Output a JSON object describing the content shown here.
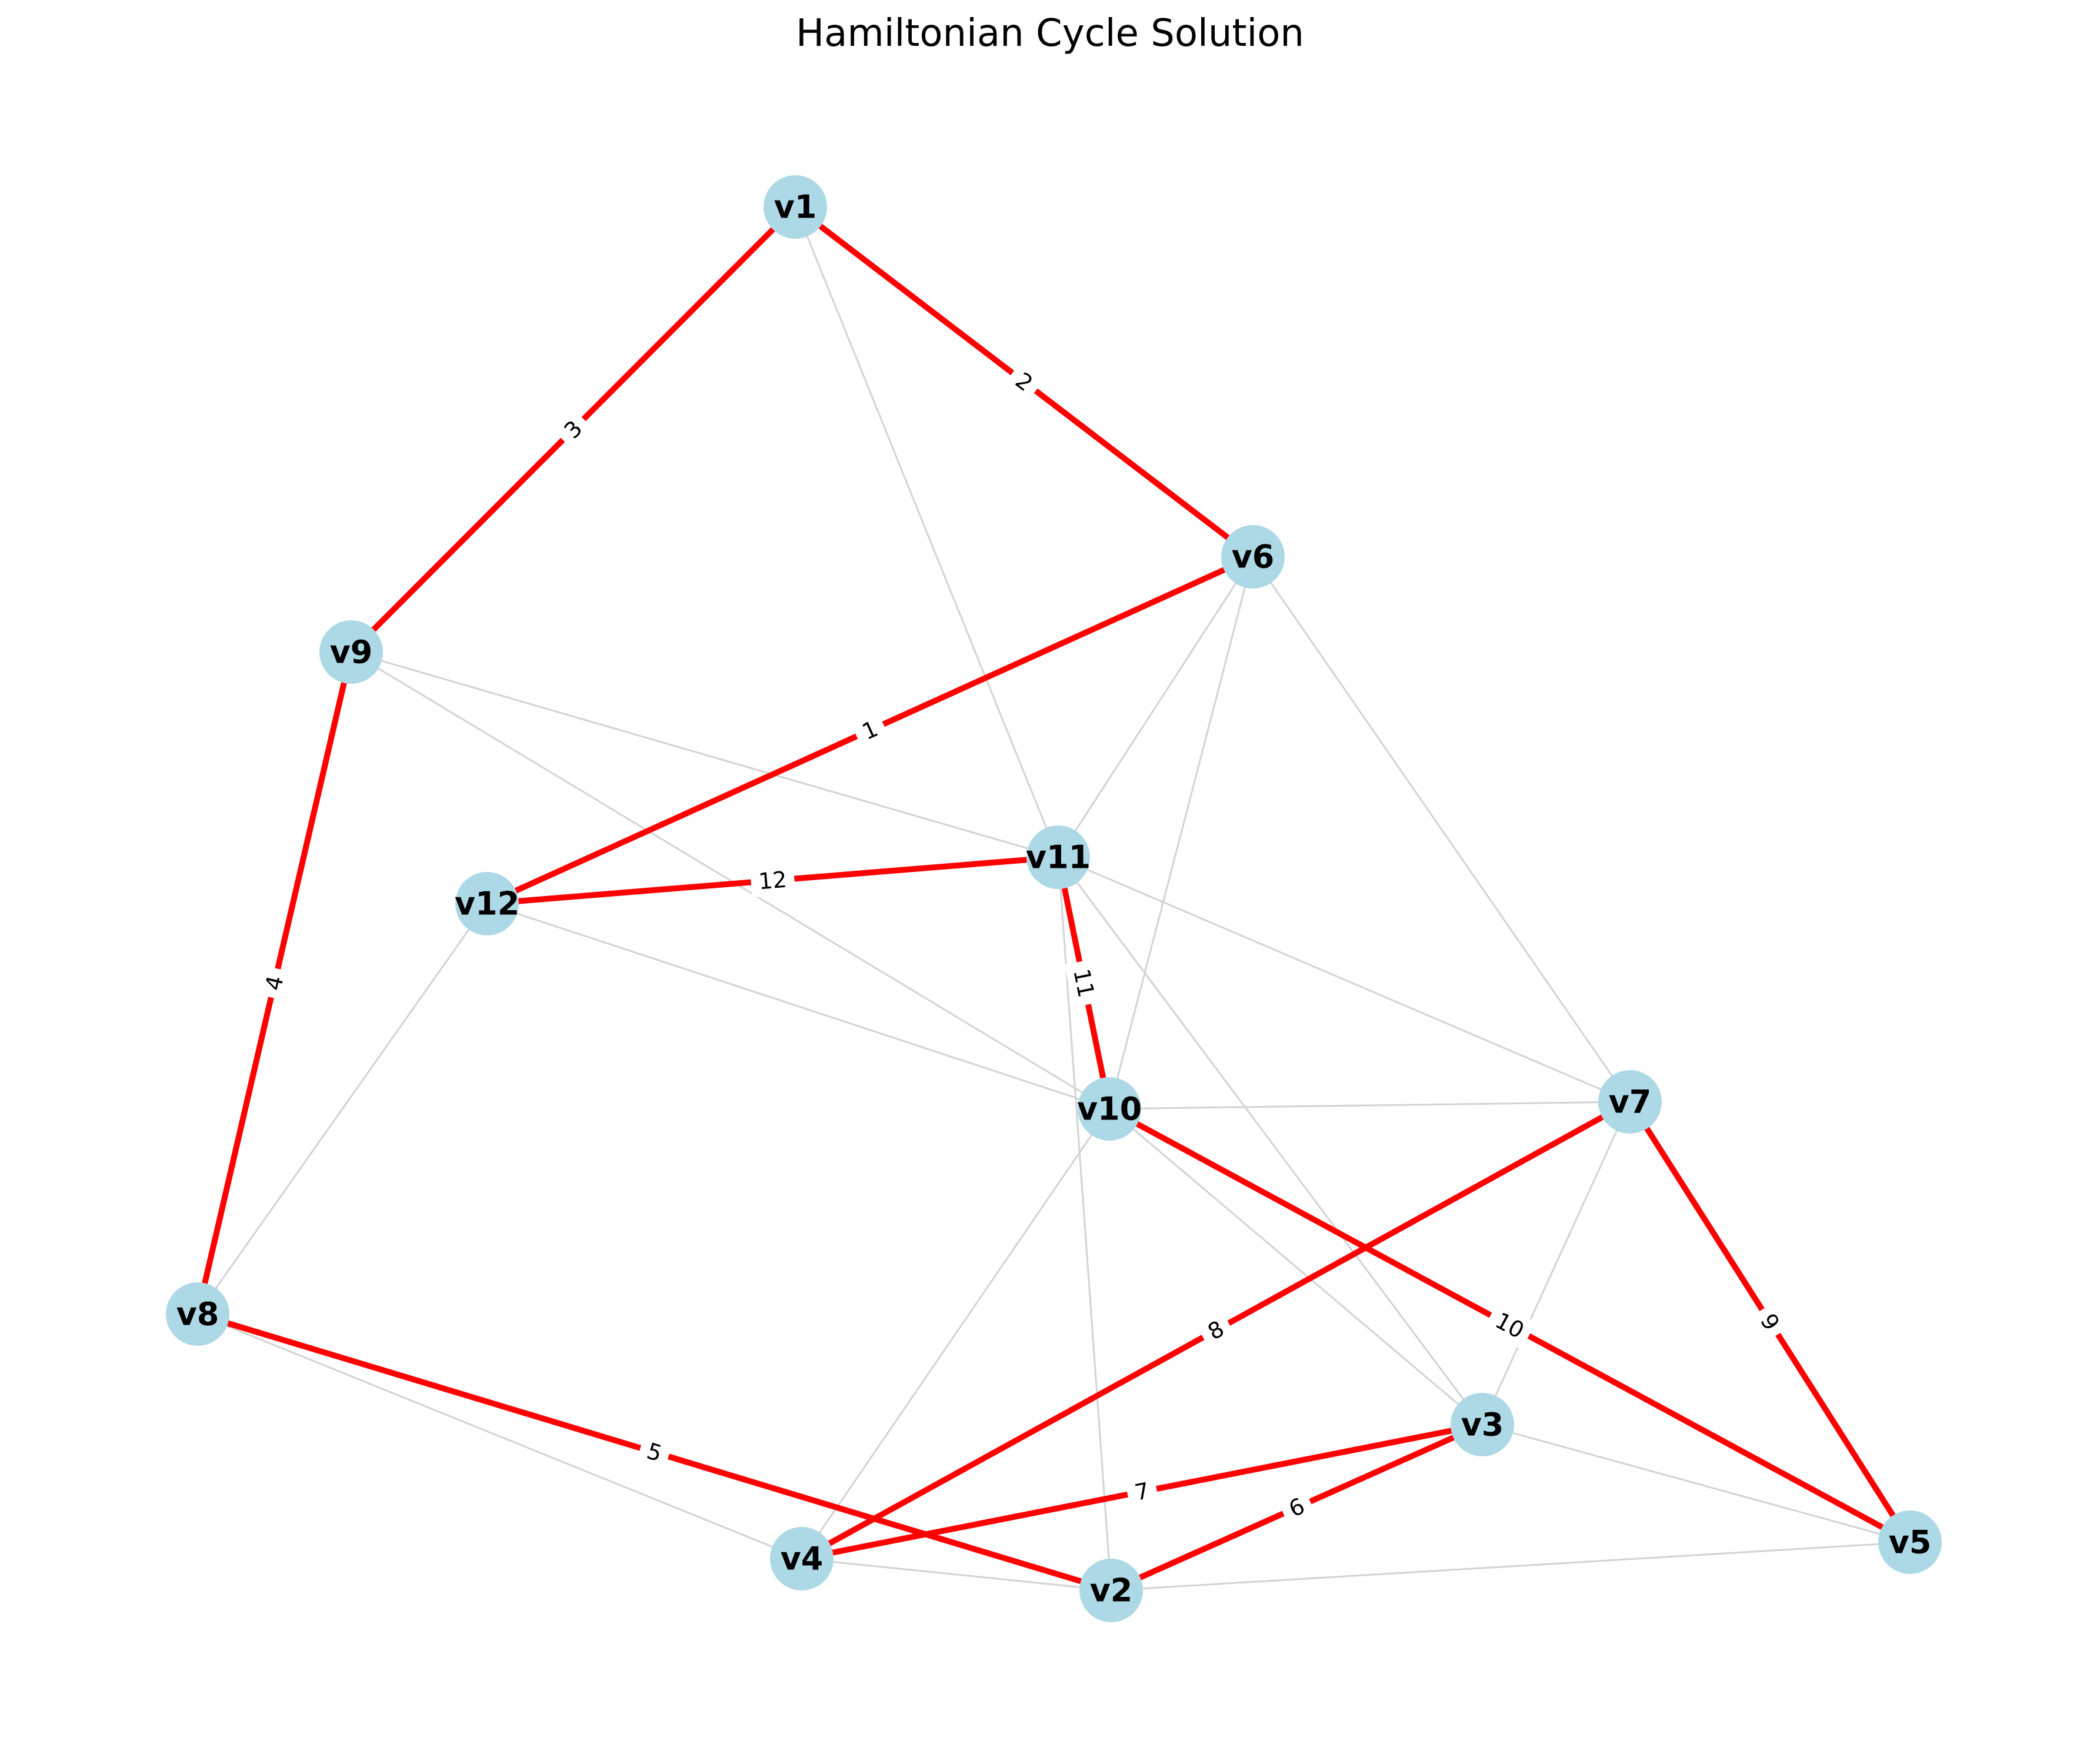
{
  "title": "Hamiltonian Cycle Solution",
  "colors": {
    "cycle_edge": "#ff0000",
    "other_edge": "#d3d3d3",
    "node_fill": "#add8e6",
    "label_box": "#ffffff",
    "text": "#000000"
  },
  "nodes": [
    {
      "id": "v1",
      "label": "v1"
    },
    {
      "id": "v2",
      "label": "v2"
    },
    {
      "id": "v3",
      "label": "v3"
    },
    {
      "id": "v4",
      "label": "v4"
    },
    {
      "id": "v5",
      "label": "v5"
    },
    {
      "id": "v6",
      "label": "v6"
    },
    {
      "id": "v7",
      "label": "v7"
    },
    {
      "id": "v8",
      "label": "v8"
    },
    {
      "id": "v9",
      "label": "v9"
    },
    {
      "id": "v10",
      "label": "v10"
    },
    {
      "id": "v11",
      "label": "v11"
    },
    {
      "id": "v12",
      "label": "v12"
    }
  ],
  "cycle_edges": [
    {
      "from": "v6",
      "to": "v12",
      "label": "1"
    },
    {
      "from": "v1",
      "to": "v6",
      "label": "2"
    },
    {
      "from": "v1",
      "to": "v9",
      "label": "3"
    },
    {
      "from": "v9",
      "to": "v8",
      "label": "4"
    },
    {
      "from": "v8",
      "to": "v2",
      "label": "5"
    },
    {
      "from": "v2",
      "to": "v3",
      "label": "6"
    },
    {
      "from": "v3",
      "to": "v4",
      "label": "7"
    },
    {
      "from": "v4",
      "to": "v7",
      "label": "8"
    },
    {
      "from": "v7",
      "to": "v5",
      "label": "9"
    },
    {
      "from": "v5",
      "to": "v10",
      "label": "10"
    },
    {
      "from": "v10",
      "to": "v11",
      "label": "11"
    },
    {
      "from": "v11",
      "to": "v12",
      "label": "12"
    }
  ],
  "other_edges": [
    {
      "from": "v1",
      "to": "v11"
    },
    {
      "from": "v9",
      "to": "v11"
    },
    {
      "from": "v9",
      "to": "v10"
    },
    {
      "from": "v6",
      "to": "v11"
    },
    {
      "from": "v6",
      "to": "v10"
    },
    {
      "from": "v6",
      "to": "v7"
    },
    {
      "from": "v12",
      "to": "v10"
    },
    {
      "from": "v12",
      "to": "v8"
    },
    {
      "from": "v11",
      "to": "v7"
    },
    {
      "from": "v11",
      "to": "v3"
    },
    {
      "from": "v11",
      "to": "v2"
    },
    {
      "from": "v10",
      "to": "v7"
    },
    {
      "from": "v10",
      "to": "v3"
    },
    {
      "from": "v10",
      "to": "v4"
    },
    {
      "from": "v7",
      "to": "v3"
    },
    {
      "from": "v8",
      "to": "v4"
    },
    {
      "from": "v4",
      "to": "v2"
    },
    {
      "from": "v2",
      "to": "v5"
    },
    {
      "from": "v3",
      "to": "v5"
    }
  ]
}
